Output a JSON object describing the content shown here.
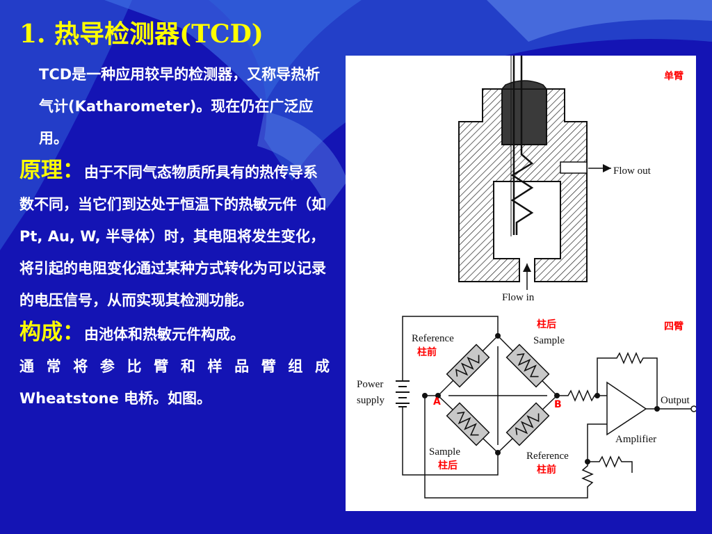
{
  "slide": {
    "title": "1. 热导检测器(TCD)",
    "para1": "TCD是一种应用较早的检测器，又称导热析气计(Katharometer)。现在仍在广泛应用。",
    "principle_heading": "原理：",
    "principle_text": "由于不同气态物质所具有的热传导系数不同，当它们到达处于恒温下的热敏元件（如Pt, Au, W, 半导体）时，其电阻将发生变化，将引起的电阻变化通过某种方式转化为可以记录的电压信号，从而实现其检测功能。",
    "structure_heading": "构成：",
    "structure_text": "由池体和热敏元件构成。",
    "structure_line2": "通常将参比臂和样品臂组成",
    "structure_line3": "Wheatstone 电桥。如图。"
  },
  "figure": {
    "top_label": "单臂",
    "flow_out": "Flow out",
    "flow_in": "Flow in",
    "bridge_label": "四臂",
    "reference_top": "Reference",
    "reference_top_cn": "柱前",
    "sample_top_cn": "柱后",
    "sample_top": "Sample",
    "power_supply_1": "Power",
    "power_supply_2": "supply",
    "node_a": "A",
    "node_b": "B",
    "output": "Output",
    "amplifier": "Amplifier",
    "sample_bottom": "Sample",
    "sample_bottom_cn": "柱后",
    "reference_bottom": "Reference",
    "reference_bottom_cn": "柱前"
  },
  "colors": {
    "background": "#1414b4",
    "title": "#ffff00",
    "highlight": "#ffff00",
    "body_text": "#ffffff",
    "annotation_red": "#ff0000"
  }
}
